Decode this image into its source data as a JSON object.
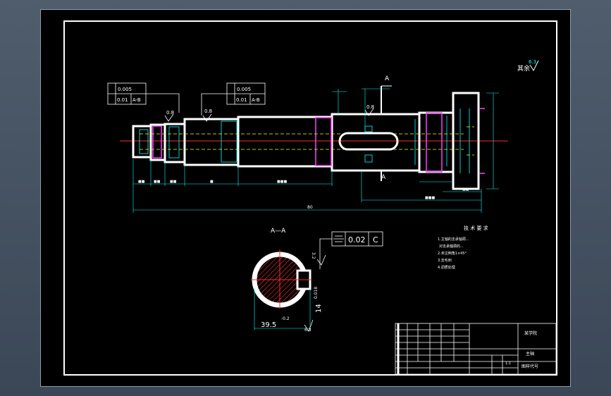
{
  "drawing": {
    "roughness_label": "其余",
    "roughness_value": "6.3",
    "section_marker": "A",
    "section_title": "A—A",
    "shaft": {
      "labels": {
        "flatness_1": "0.005",
        "runout_1": "0.01",
        "ref_1": "A-B",
        "flatness_2": "0.005",
        "runout_2": "0.01",
        "ref_2": "A-B",
        "surface_08_a": "0.8",
        "surface_08_b": "0.8",
        "surface_08_c": "0.8",
        "dim_total": "80"
      }
    },
    "section": {
      "tolerance_value": "0.02",
      "tolerance_ref": "C",
      "dim_width": "39.5",
      "dim_width_tol": "-0.2",
      "dim_depth": "14",
      "dim_depth_tol": "0.018",
      "roughness": "6.3",
      "roughness_small": "3.2"
    },
    "technical_requirements": {
      "title": "技 术 要 求",
      "items": [
        "1.主轴的支承轴颈...",
        "对支承轴颈的...",
        "2.未注倒角1×45°",
        "3.去毛刺",
        "4.调质处理"
      ]
    },
    "title_block": {
      "part_name": "主轴",
      "school": "某学院",
      "drawing_no": "图样代号",
      "scale": "1:1"
    }
  }
}
